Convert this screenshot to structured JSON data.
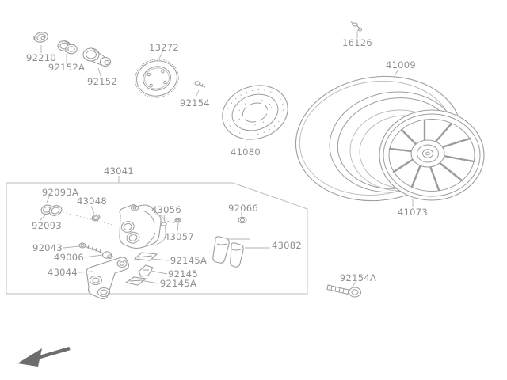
{
  "diagram": {
    "labels": [
      {
        "part_no": "92210"
      },
      {
        "part_no": "92152A"
      },
      {
        "part_no": "92152"
      },
      {
        "part_no": "13272"
      },
      {
        "part_no": "92154"
      },
      {
        "part_no": "41080"
      },
      {
        "part_no": "16126"
      },
      {
        "part_no": "41009"
      },
      {
        "part_no": "41073"
      },
      {
        "part_no": "43041"
      },
      {
        "part_no": "92093A"
      },
      {
        "part_no": "43048"
      },
      {
        "part_no": "92093"
      },
      {
        "part_no": "43056"
      },
      {
        "part_no": "43057"
      },
      {
        "part_no": "92066"
      },
      {
        "part_no": "43082"
      },
      {
        "part_no": "92043"
      },
      {
        "part_no": "49006"
      },
      {
        "part_no": "43044"
      },
      {
        "part_no": "92145A"
      },
      {
        "part_no": "92145"
      },
      {
        "part_no": "92145A"
      },
      {
        "part_no": "92154A"
      }
    ],
    "icons": {
      "direction_arrow": "front-direction-arrow"
    }
  },
  "colors": {
    "background": "#ffffff",
    "line_art": "#9c9c9c",
    "line_light": "#b8b8b8",
    "leader": "#b3b3b3",
    "box_border": "#bdbdbd",
    "label_text": "#8f8f8f",
    "arrow": "#6d6d6d"
  }
}
